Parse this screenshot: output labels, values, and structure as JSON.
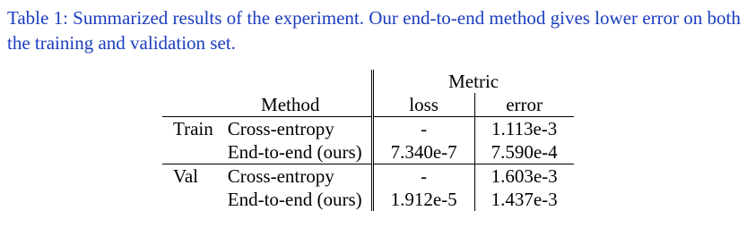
{
  "caption": {
    "label": "Table 1:",
    "text": "Summarized results of the experiment. Our end-to-end method gives lower error on both the training and validation set."
  },
  "table": {
    "metric_header": "Metric",
    "headers": {
      "method": "Method",
      "loss": "loss",
      "error": "error"
    },
    "rows": [
      {
        "split": "Train",
        "method": "Cross-entropy",
        "loss": "-",
        "error": "1.113e-3",
        "error_bold": false
      },
      {
        "split": "",
        "method": "End-to-end (ours)",
        "loss": "7.340e-7",
        "error": "7.590e-4",
        "error_bold": true
      },
      {
        "split": "Val",
        "method": "Cross-entropy",
        "loss": "-",
        "error": "1.603e-3",
        "error_bold": false
      },
      {
        "split": "",
        "method": "End-to-end (ours)",
        "loss": "1.912e-5",
        "error": "1.437e-3",
        "error_bold": true
      }
    ]
  },
  "colors": {
    "caption": "#1a3dbf",
    "text": "#000000"
  }
}
